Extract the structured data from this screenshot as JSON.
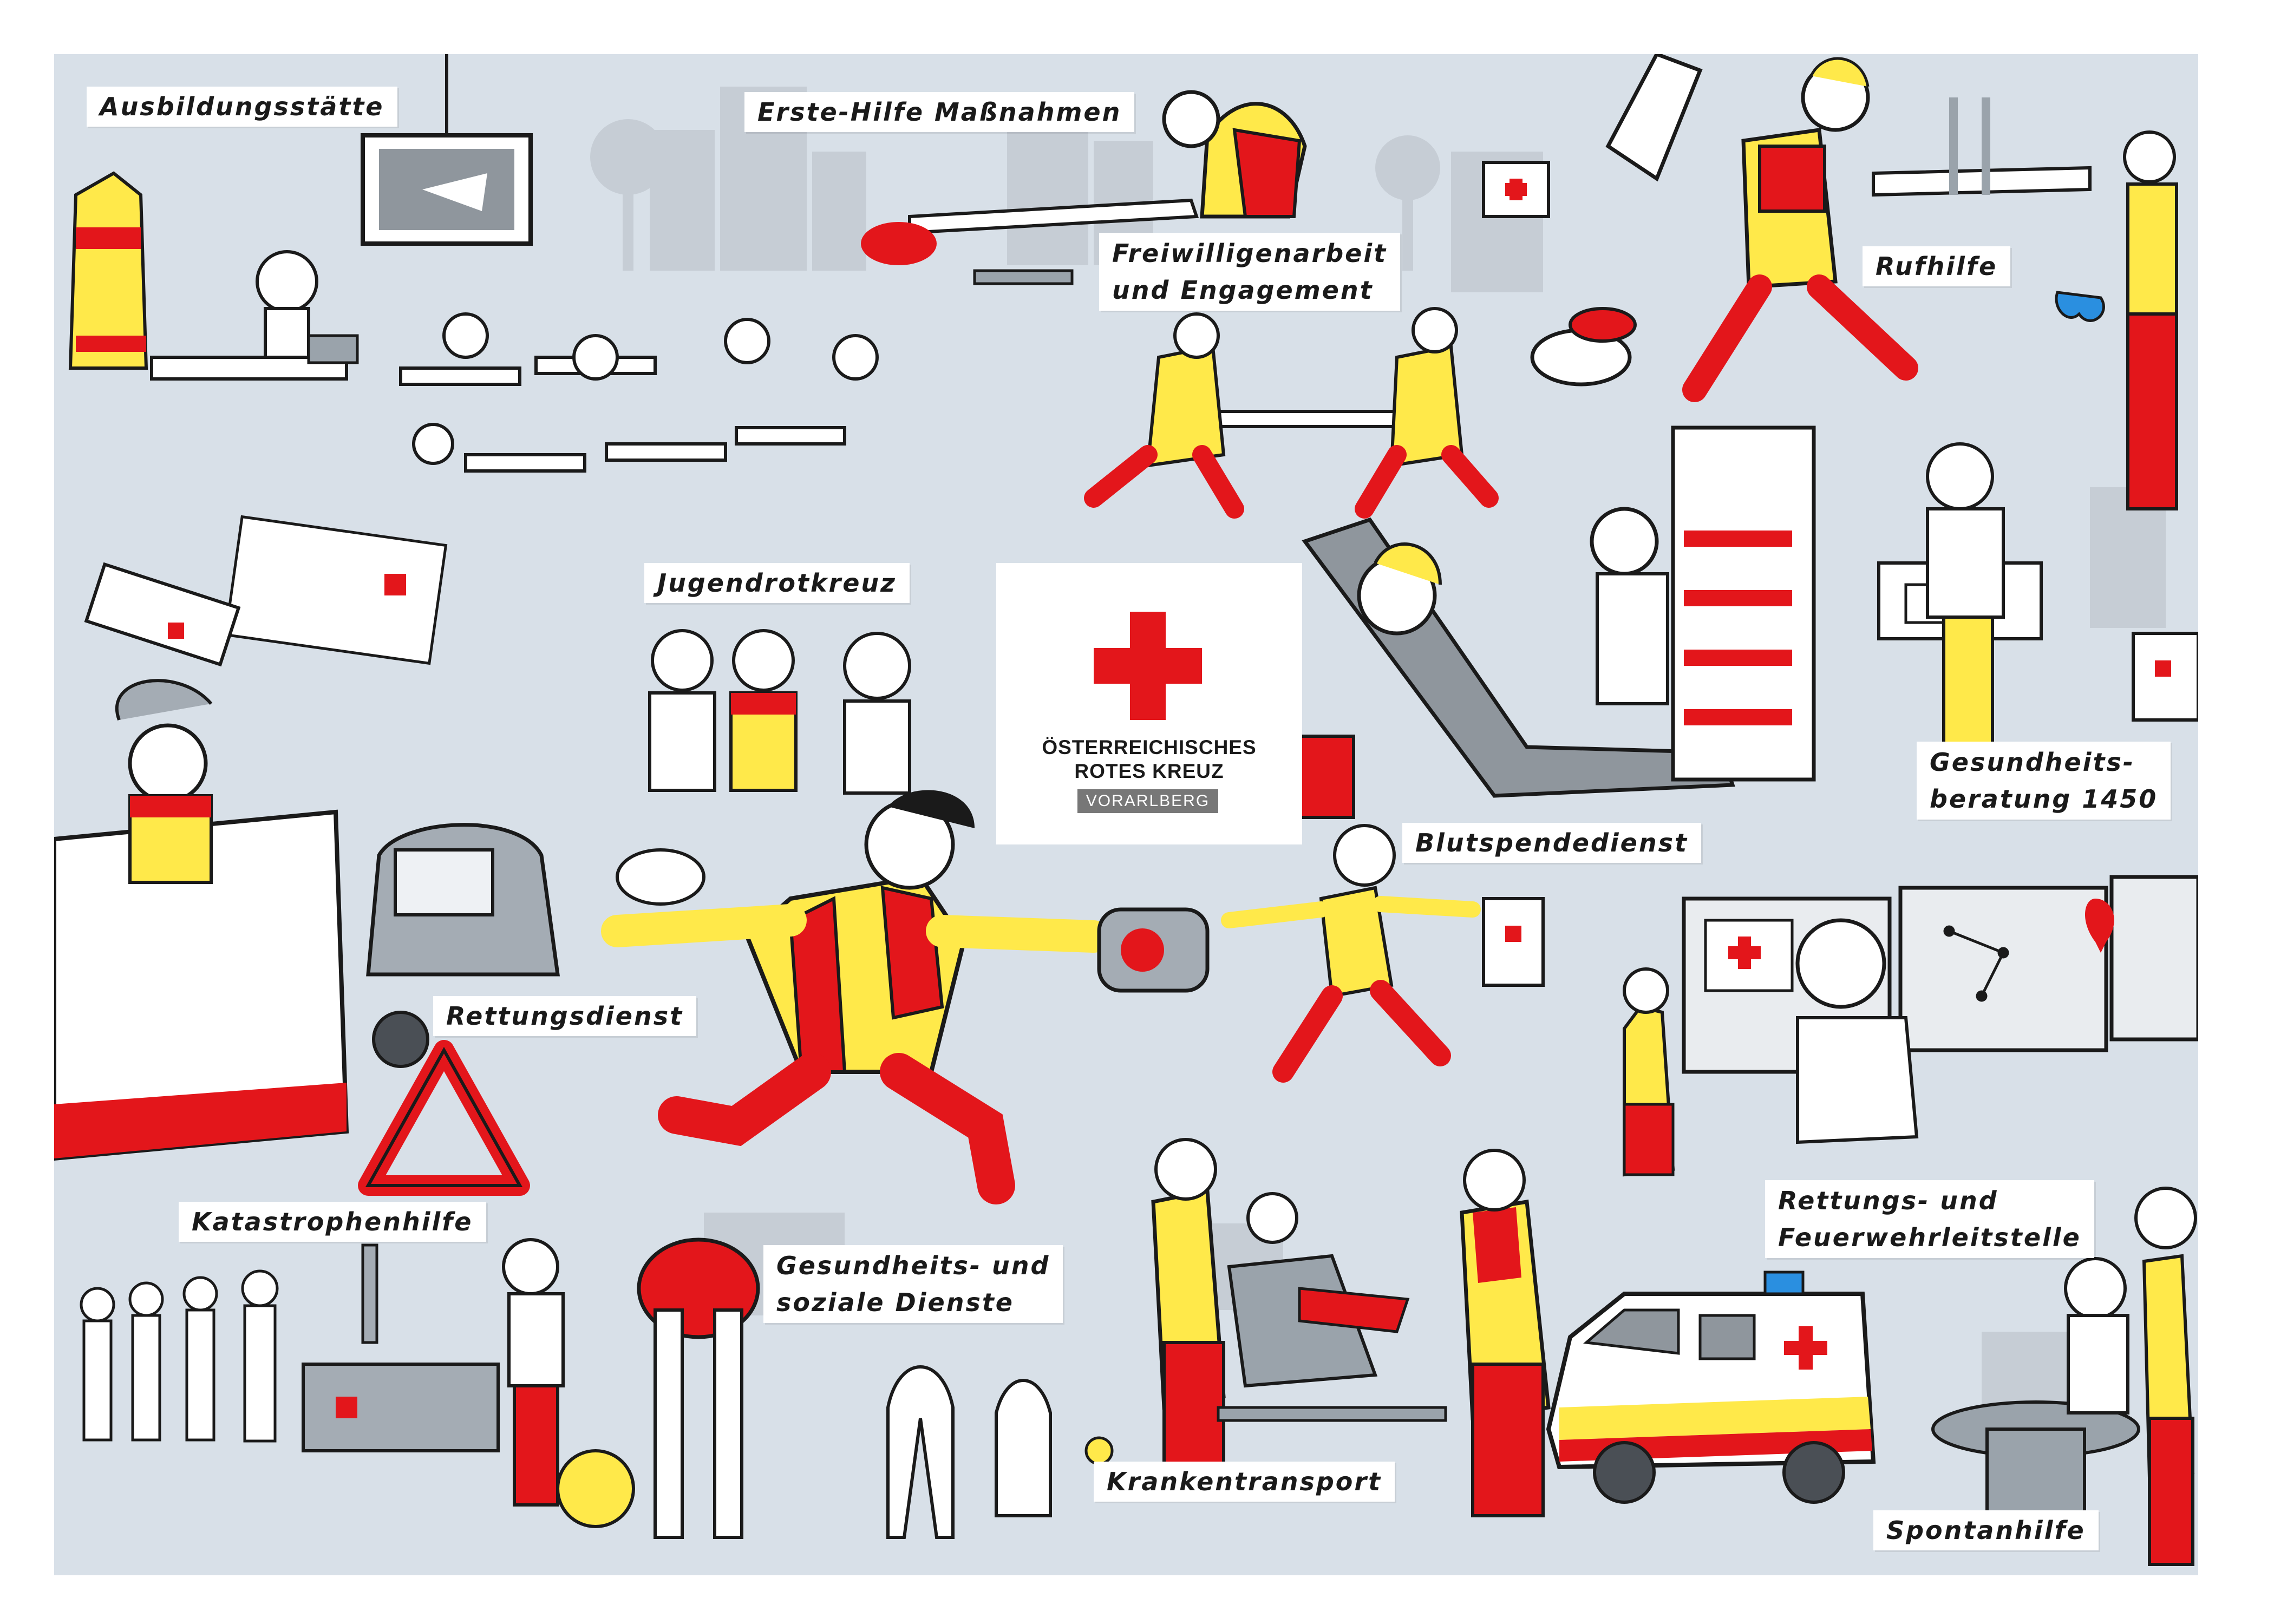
{
  "logo": {
    "line1": "ÖSTERREICHISCHES",
    "line2": "ROTES KREUZ",
    "region": "VORARLBERG",
    "icon": "red-cross-icon"
  },
  "labels": {
    "ausbildung": "Ausbildungsstätte",
    "erste_hilfe": "Erste-Hilfe Maßnahmen",
    "freiwilligenarbeit": "Freiwilligenarbeit\nund Engagement",
    "rufhilfe": "Rufhilfe",
    "jugendrotkreuz": "Jugendrotkreuz",
    "gesundheitsberatung": "Gesundheits-\nberatung 1450",
    "blutspende": "Blutspendedienst",
    "rettungsdienst": "Rettungsdienst",
    "katastrophenhilfe": "Katastrophenhilfe",
    "soziale_dienste": "Gesundheits- und\nsoziale Dienste",
    "leitstelle": "Rettungs- und\nFeuerwehrleitstelle",
    "krankentransport": "Krankentransport",
    "spontanhilfe": "Spontanhilfe"
  },
  "colors": {
    "background": "#d8e0e8",
    "red": "#e3161b",
    "yellow": "#ffe94a",
    "ink": "#1a1a1a",
    "grey": "#a4acb4",
    "skyline": "#c2c9d1"
  }
}
